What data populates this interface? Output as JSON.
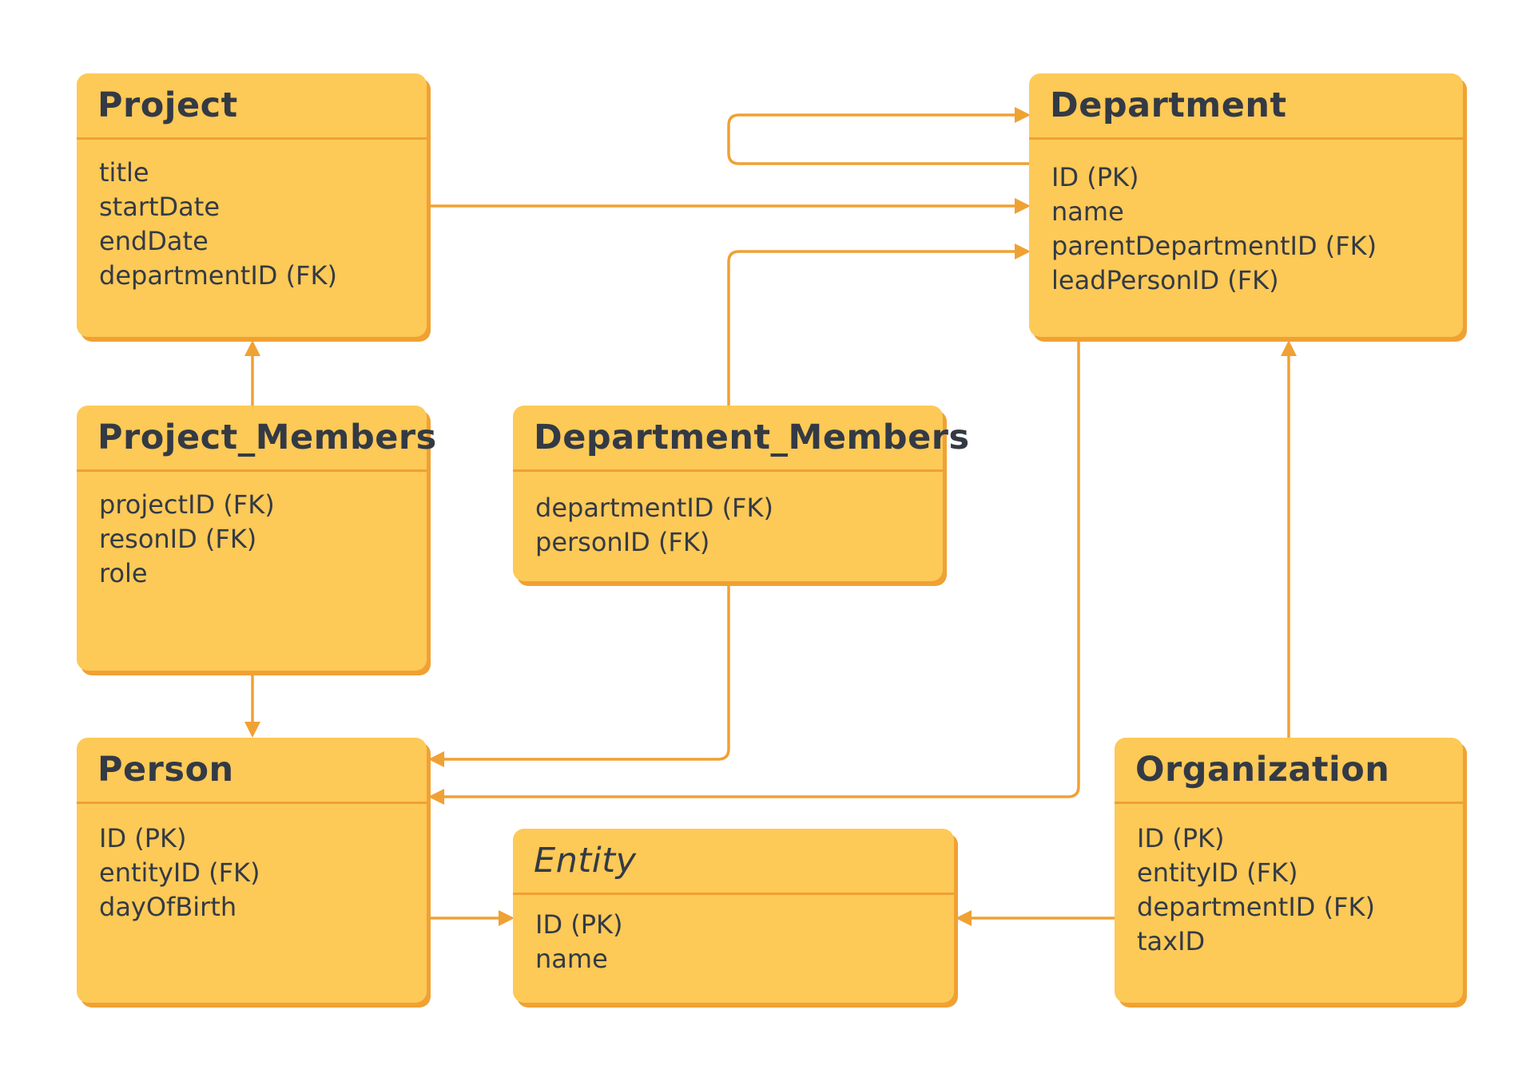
{
  "colors": {
    "box_fill": "#fdc957",
    "box_shadow": "#f0a133",
    "connector": "#f0a133",
    "text": "#333a45"
  },
  "entities": [
    {
      "id": "project",
      "title": "Project",
      "italic": false,
      "fields": [
        "title",
        "startDate",
        "endDate",
        "departmentID (FK)"
      ]
    },
    {
      "id": "department",
      "title": "Department",
      "italic": false,
      "fields": [
        "ID (PK)",
        "name",
        "parentDepartmentID (FK)",
        "leadPersonID (FK)"
      ]
    },
    {
      "id": "project-members",
      "title": "Project_Members",
      "italic": false,
      "fields": [
        "projectID (FK)",
        "resonID (FK)",
        "role"
      ]
    },
    {
      "id": "department-members",
      "title": "Department_Members",
      "italic": false,
      "fields": [
        "departmentID (FK)",
        "personID (FK)"
      ]
    },
    {
      "id": "person",
      "title": "Person",
      "italic": false,
      "fields": [
        "ID (PK)",
        "entityID (FK)",
        "dayOfBirth"
      ]
    },
    {
      "id": "entity",
      "title": "Entity",
      "italic": true,
      "fields": [
        "ID (PK)",
        "name"
      ]
    },
    {
      "id": "organization",
      "title": "Organization",
      "italic": false,
      "fields": [
        "ID (PK)",
        "entityID (FK)",
        "departmentID (FK)",
        "taxID"
      ]
    }
  ],
  "relationships": [
    {
      "from": "department",
      "to": "department",
      "via": "parentDepartmentID (FK)"
    },
    {
      "from": "project",
      "to": "department",
      "via": "departmentID (FK)"
    },
    {
      "from": "department-members",
      "to": "department",
      "via": "departmentID (FK)"
    },
    {
      "from": "project-members",
      "to": "project",
      "via": "projectID (FK)"
    },
    {
      "from": "project-members",
      "to": "person",
      "via": "resonID (FK)"
    },
    {
      "from": "department-members",
      "to": "person",
      "via": "personID (FK)"
    },
    {
      "from": "department",
      "to": "person",
      "via": "leadPersonID (FK)"
    },
    {
      "from": "person",
      "to": "entity",
      "via": "entityID (FK)"
    },
    {
      "from": "organization",
      "to": "entity",
      "via": "entityID (FK)"
    },
    {
      "from": "organization",
      "to": "department",
      "via": "departmentID (FK)"
    }
  ]
}
